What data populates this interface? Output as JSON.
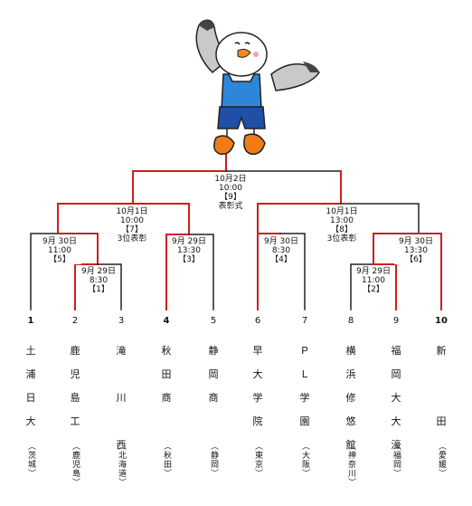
{
  "colors": {
    "winner": "#cc1f1f",
    "line": "#222222"
  },
  "mascot": {
    "name": "seagull-mascot-icon"
  },
  "matches": {
    "final": {
      "date": "10月2日",
      "time": "10:00",
      "id": "【9】",
      "note": "表彰式"
    },
    "semi_left": {
      "date": "10月1日",
      "time": "10:00",
      "id": "【7】",
      "note": "3位表彰"
    },
    "semi_right": {
      "date": "10月1日",
      "time": "13:00",
      "id": "【8】",
      "note": "3位表彰"
    },
    "m5": {
      "date": "9月 30日",
      "time": "11:00",
      "id": "【5】"
    },
    "m1": {
      "date": "9月 29日",
      "time": "8:30",
      "id": "【1】"
    },
    "m3": {
      "date": "9月 29日",
      "time": "13:30",
      "id": "【3】"
    },
    "m4": {
      "date": "9月 30日",
      "time": "8:30",
      "id": "【4】"
    },
    "m2": {
      "date": "9月 29日",
      "time": "11:00",
      "id": "【2】"
    },
    "m6": {
      "date": "9月 30日",
      "time": "13:30",
      "id": "【6】"
    }
  },
  "teams": [
    {
      "num": "1",
      "school": [
        "土",
        "浦",
        "日",
        "大"
      ],
      "pref": "（茨城）"
    },
    {
      "num": "2",
      "school": [
        "鹿",
        "児",
        "島",
        "工"
      ],
      "pref": "（鹿児島）"
    },
    {
      "num": "3",
      "school": [
        "滝",
        "",
        "川",
        "",
        "西"
      ],
      "pref": "（北海道）"
    },
    {
      "num": "4",
      "school": [
        "秋",
        "田",
        "商"
      ],
      "pref": "（秋田）"
    },
    {
      "num": "5",
      "school": [
        "静",
        "岡",
        "商"
      ],
      "pref": "（静岡）"
    },
    {
      "num": "6",
      "school": [
        "早",
        "大",
        "学",
        "院"
      ],
      "pref": "（東京）"
    },
    {
      "num": "7",
      "school": [
        "Ｐ",
        "Ｌ",
        "学",
        "園"
      ],
      "pref": "（大阪）"
    },
    {
      "num": "8",
      "school": [
        "横",
        "浜",
        "修",
        "悠",
        "館"
      ],
      "pref": "（神奈川）"
    },
    {
      "num": "9",
      "school": [
        "福",
        "岡",
        "大",
        "大",
        "濠"
      ],
      "pref": "（福岡）"
    },
    {
      "num": "10",
      "school": [
        "新",
        "",
        "",
        "田"
      ],
      "pref": "（愛媛）"
    }
  ]
}
